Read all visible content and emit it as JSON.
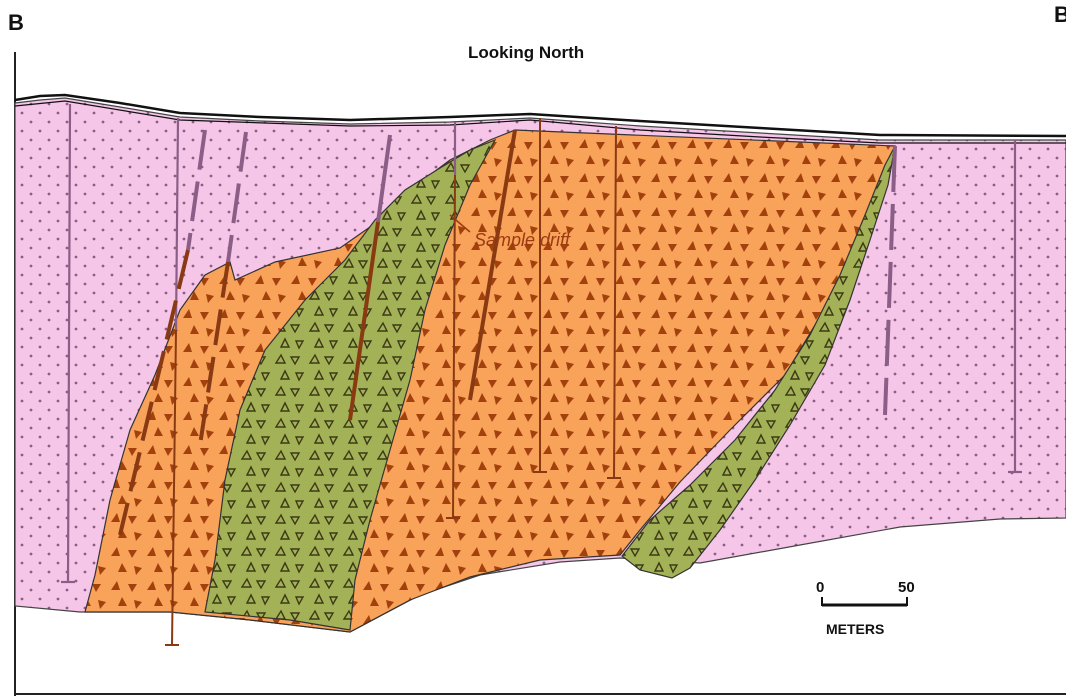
{
  "section": {
    "label_left": "B",
    "label_right": "B'",
    "view": "Looking North"
  },
  "annotation": {
    "sample_drift": "Sample drift"
  },
  "scale_bar": {
    "min_label": "0",
    "max_label": "50",
    "unit": "METERS"
  },
  "colors": {
    "host_rock": "#f6c6e8",
    "host_dots": "#8a5e86",
    "orange_unit": "#f8a25a",
    "orange_symbols": "#a3410e",
    "green_unit": "#a3b257",
    "green_symbols": "#3c3a15",
    "drillhole": "#8a5e86"
  }
}
